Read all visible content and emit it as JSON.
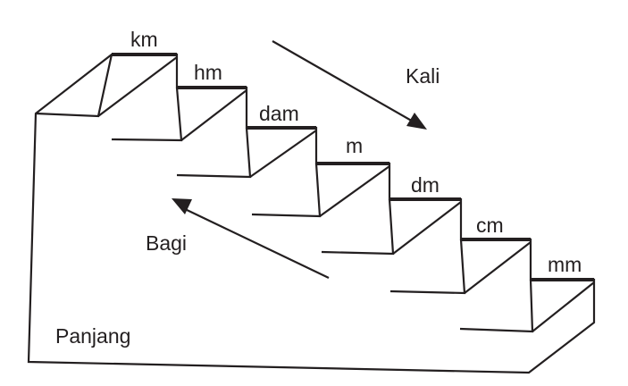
{
  "steps": [
    {
      "unit": "km"
    },
    {
      "unit": "hm"
    },
    {
      "unit": "dam"
    },
    {
      "unit": "m"
    },
    {
      "unit": "dm"
    },
    {
      "unit": "cm"
    },
    {
      "unit": "mm"
    }
  ],
  "arrow_down": {
    "label": "Kali"
  },
  "arrow_up": {
    "label": "Bagi"
  },
  "quantity": {
    "label": "Panjang"
  },
  "colors": {
    "stroke": "#231f20",
    "background": "#ffffff"
  }
}
